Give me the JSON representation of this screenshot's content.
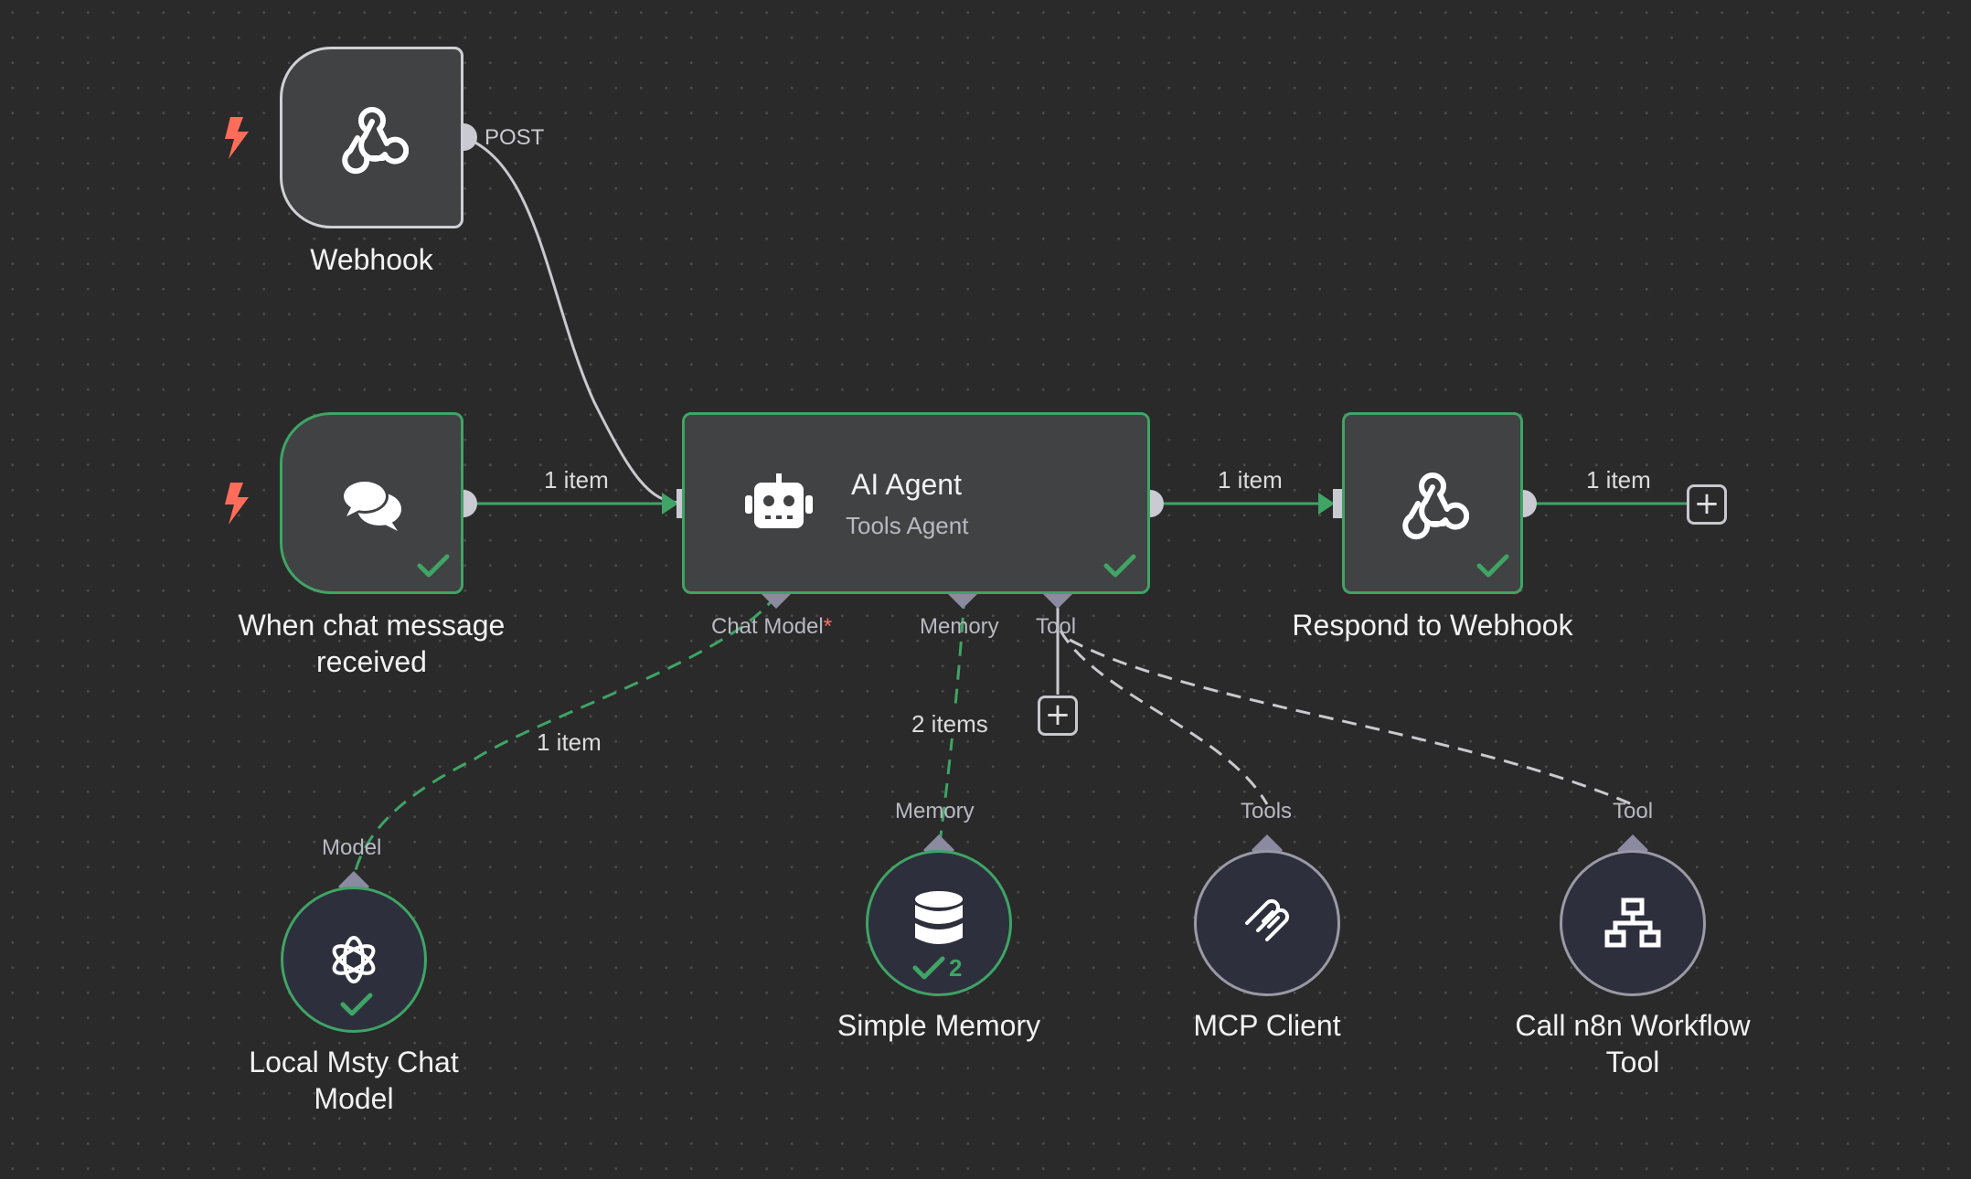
{
  "nodes": {
    "webhook": {
      "label": "Webhook",
      "output_label": "POST",
      "icon": "webhook-icon"
    },
    "chat_trigger": {
      "label": "When chat message\nreceived",
      "icon": "chat-bubbles-icon"
    },
    "ai_agent": {
      "title": "AI Agent",
      "subtitle": "Tools Agent",
      "icon": "robot-icon",
      "ports": {
        "chat_model": "Chat Model",
        "chat_model_required": "*",
        "memory": "Memory",
        "tool": "Tool"
      }
    },
    "respond_webhook": {
      "label": "Respond to Webhook",
      "icon": "webhook-icon"
    },
    "chat_model": {
      "label": "Local Msty Chat\nModel",
      "port": "Model",
      "icon": "openai-icon"
    },
    "simple_memory": {
      "label": "Simple Memory",
      "port": "Memory",
      "count": "2",
      "icon": "database-icon"
    },
    "mcp_client": {
      "label": "MCP Client",
      "port": "Tools",
      "icon": "mcp-icon"
    },
    "workflow_tool": {
      "label": "Call n8n Workflow\nTool",
      "port": "Tool",
      "icon": "network-icon"
    }
  },
  "connections": {
    "chat_to_agent": "1 item",
    "agent_to_respond": "1 item",
    "respond_out": "1 item",
    "model_to_agent": "1 item",
    "memory_to_agent": "2 items"
  },
  "colors": {
    "background": "#2a2a2a",
    "success": "#3fa465",
    "trigger_bolt": "#ff6d5a",
    "node_fill": "#414244",
    "sub_node_fill": "#2e2f3d",
    "port": "#8a8aa0",
    "wire_idle": "#c9c9cf"
  }
}
